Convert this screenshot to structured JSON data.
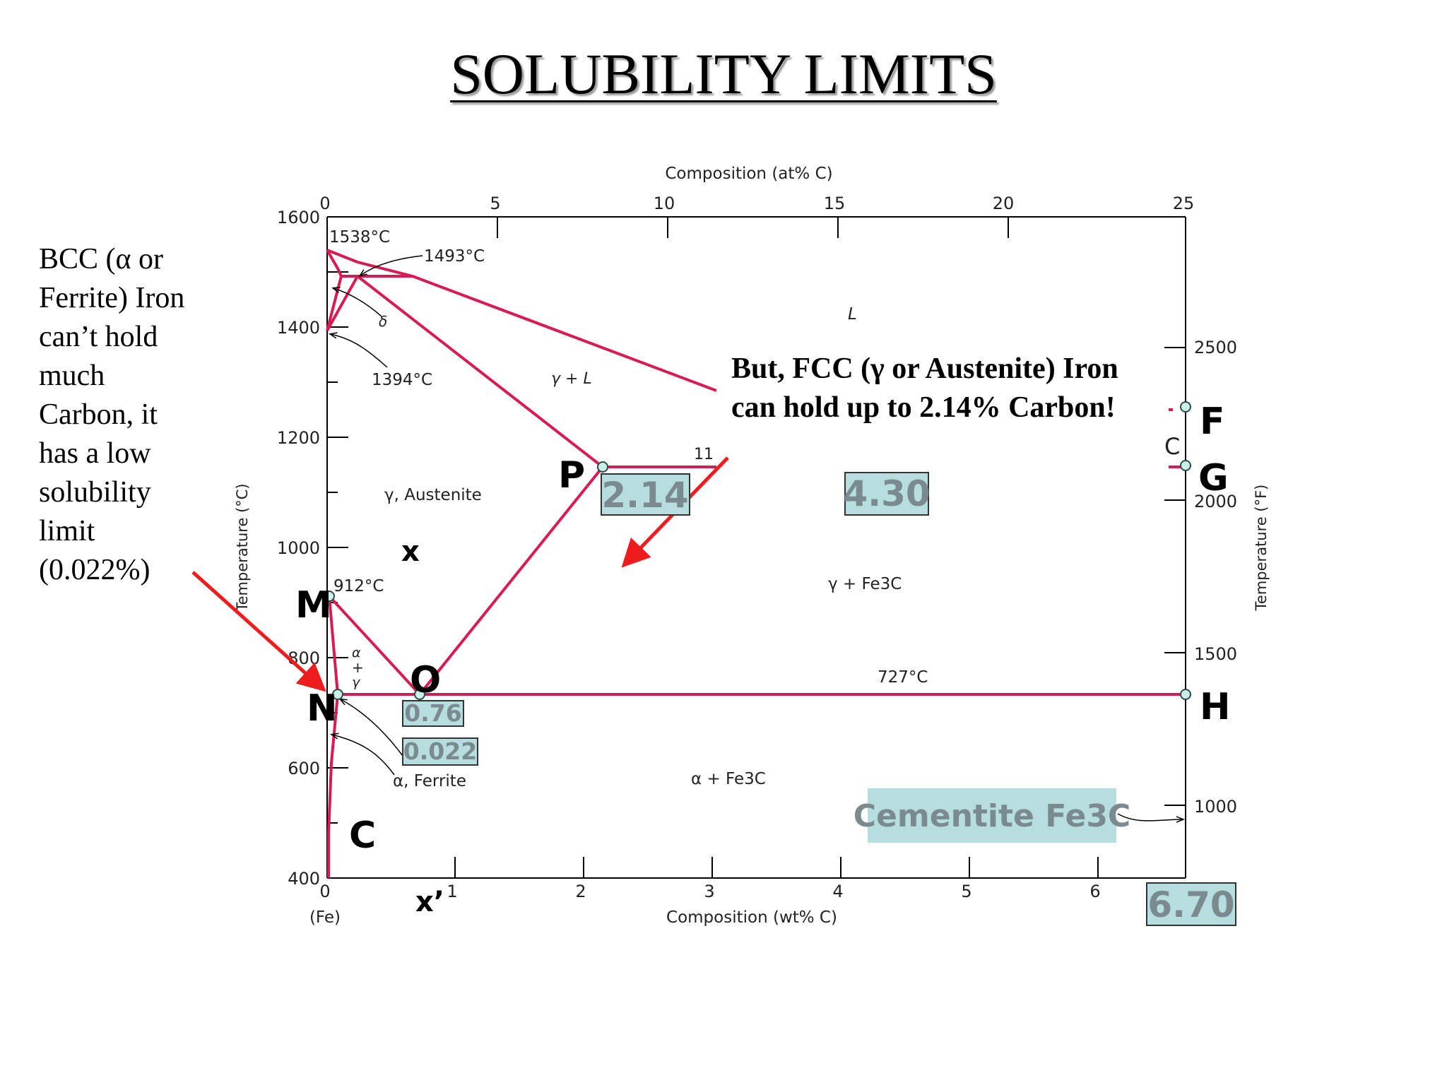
{
  "slide": {
    "title": "SOLUBILITY LIMITS",
    "left_note": "BCC (α or Ferrite) Iron can’t hold much Carbon, it has a low solubility limit (0.022%)",
    "fcc_note": "But, FCC (γ or Austenite) Iron can hold up to 2.14% Carbon!"
  },
  "diagram": {
    "top_axis_title": "Composition (at% C)",
    "top_ticks": [
      "0",
      "5",
      "10",
      "15",
      "20",
      "25"
    ],
    "bottom_axis_title": "Composition (wt% C)",
    "bottom_ticks": [
      "0",
      "1",
      "2",
      "3",
      "4",
      "5",
      "6"
    ],
    "fe_label": "(Fe)",
    "left_axis_title": "Temperature (°C)",
    "left_ticks": [
      "1600",
      "1400",
      "1200",
      "1000",
      "800",
      "600",
      "400"
    ],
    "right_axis_title": "Temperature (°F)",
    "right_ticks": [
      "2500",
      "2000",
      "1500",
      "1000"
    ],
    "temps": {
      "t1538": "1538°C",
      "t1493": "1493°C",
      "t1394": "1394°C",
      "t912": "912°C",
      "t727": "727°C"
    },
    "regions": {
      "liquid": "L",
      "gamma_liquid": "γ + L",
      "delta": "δ",
      "austenite": "γ, Austenite",
      "gamma_fe3c": "γ + Fe3C",
      "alpha_fe3c": "α + Fe3C",
      "ferrite": "α, Ferrite",
      "alpha_gamma": [
        "α",
        "+",
        "γ"
      ],
      "eleven": "11",
      "c_mark": "C"
    },
    "point_labels": {
      "M": "M",
      "N": "N",
      "O": "O",
      "P": "P",
      "F": "F",
      "G": "G",
      "H": "H",
      "C": "C",
      "x": "x",
      "x_prime": "x’"
    },
    "value_boxes": {
      "v214": "2.14",
      "v430": "4.30",
      "v076": "0.76",
      "v0022": "0.022",
      "v670": "6.70",
      "cementite": "Cementite Fe3C"
    },
    "colors": {
      "phase_line": "#d81b52",
      "arrow": "#ee1c1c",
      "box_fill": "#b6dede",
      "box_text": "#7b8a8f",
      "point_fill": "#c9efe6"
    }
  }
}
